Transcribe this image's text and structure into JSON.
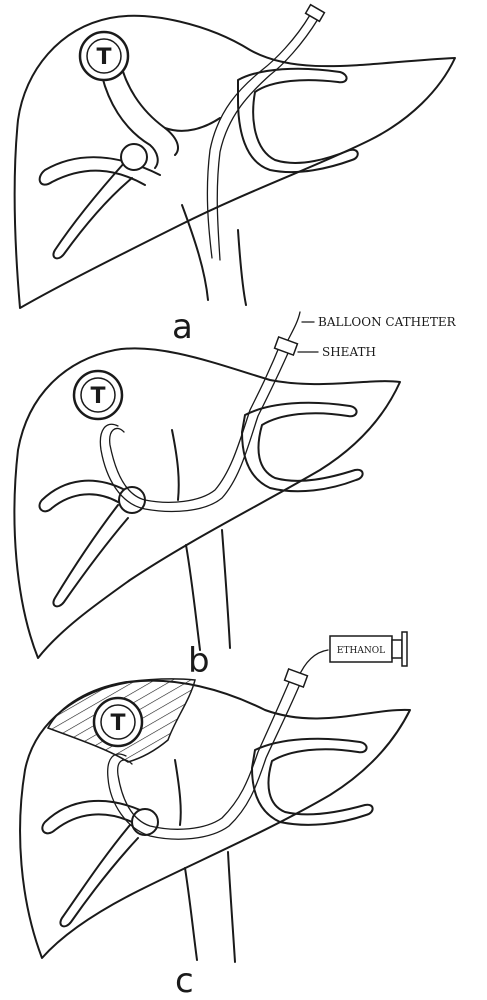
{
  "panels": [
    {
      "label": "a",
      "tumor_label": "T"
    },
    {
      "label": "b",
      "tumor_label": "T",
      "callouts": {
        "catheter": "BALLOON CATHETER",
        "sheath": "SHEATH"
      }
    },
    {
      "label": "c",
      "tumor_label": "T",
      "syringe_label": "ETHANOL"
    }
  ],
  "colors": {
    "ink": "#1a1a1a",
    "paper": "#ffffff"
  }
}
